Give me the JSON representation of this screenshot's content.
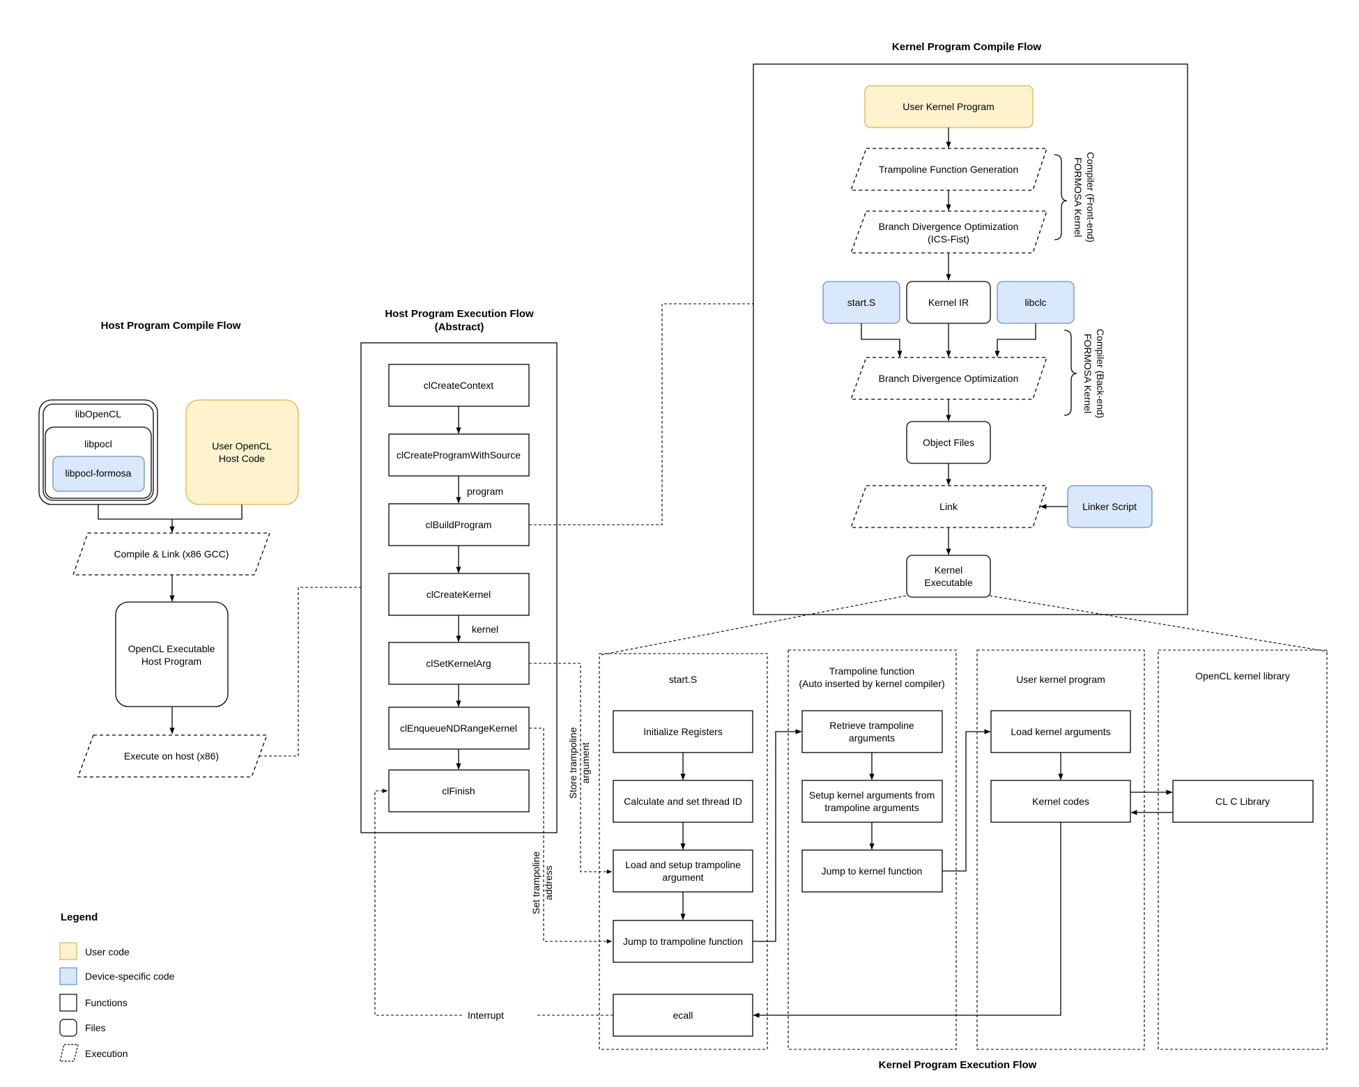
{
  "colors": {
    "user_code_fill": "#fff2cc",
    "user_code_stroke": "#d6b656",
    "device_fill": "#dae8fc",
    "device_stroke": "#6c8ebf",
    "line": "#000000"
  },
  "host_compile": {
    "title": "Host Program Compile Flow",
    "libopencl": "libOpenCL",
    "libpocl": "libpocl",
    "libpocl_formosa": "libpocl-formosa",
    "user_host_code": [
      "User OpenCL",
      "Host Code"
    ],
    "compile_link": "Compile & Link (x86 GCC)",
    "executable": [
      "OpenCL Executable",
      "Host Program"
    ],
    "execute_host": "Execute on host (x86)"
  },
  "host_exec": {
    "title": [
      "Host Program Execution Flow",
      "(Abstract)"
    ],
    "steps": [
      "clCreateContext",
      "clCreateProgramWithSource",
      "clBuildProgram",
      "clCreateKernel",
      "clSetKernelArg",
      "clEnqueueNDRangeKernel",
      "clFinish"
    ],
    "program_label": "program",
    "kernel_label": "kernel"
  },
  "kernel_compile": {
    "title": "Kernel Program Compile Flow",
    "user_kernel": "User Kernel Program",
    "trampoline_gen": "Trampoline Function Generation",
    "bdo_front": [
      "Branch Divergence Optimization",
      "(ICS-Fist)"
    ],
    "front_label": [
      "FORMOSA Kernel",
      "Compiler (Front-end)"
    ],
    "start_s": "start.S",
    "kernel_ir": "Kernel IR",
    "libclc": "libclc",
    "bdo_back": "Branch Divergence Optimization",
    "back_label": [
      "FORMOSA Kernel",
      "Compiler (Back-end)"
    ],
    "object_files": "Object Files",
    "link": "Link",
    "linker_script": "Linker Script",
    "kernel_exec": [
      "Kernel",
      "Executable"
    ]
  },
  "kernel_exec": {
    "title": "Kernel Program Execution Flow",
    "start_s": {
      "title": "start.S",
      "steps": [
        [
          "Initialize Registers"
        ],
        [
          "Calculate and set thread ID"
        ],
        [
          "Load and setup trampoline",
          "argument"
        ],
        [
          "Jump to trampoline function"
        ]
      ],
      "ecall": "ecall"
    },
    "trampoline": {
      "title": [
        "Trampoline function",
        "(Auto inserted by kernel compiler)"
      ],
      "steps": [
        [
          "Retrieve trampoline",
          "arguments"
        ],
        [
          "Setup kernel arguments from",
          "trampoline arguments"
        ],
        [
          "Jump to kernel function"
        ]
      ]
    },
    "user_kernel": {
      "title": "User kernel program",
      "steps": [
        "Load kernel arguments",
        "Kernel codes"
      ]
    },
    "library": {
      "title": "OpenCL kernel library",
      "cl_c_library": "CL C Library"
    },
    "store_trampoline": [
      "Store trampoline",
      "argument"
    ],
    "set_trampoline": [
      "Set trampoline",
      "address"
    ],
    "interrupt": "Interrupt"
  },
  "legend": {
    "title": "Legend",
    "items": [
      "User code",
      "Device-specific code",
      "Functions",
      "Files",
      "Execution"
    ]
  }
}
